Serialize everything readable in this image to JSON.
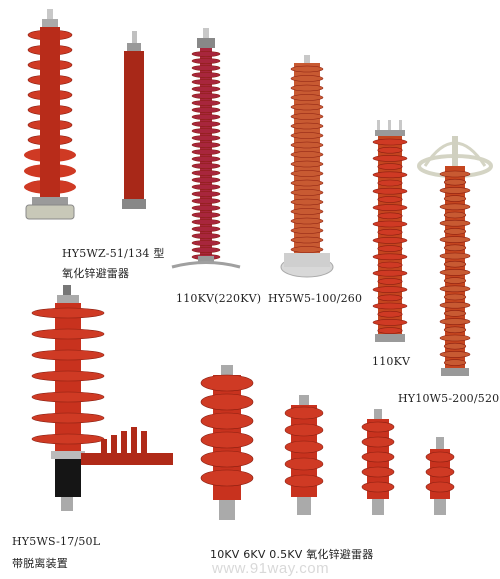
{
  "colors": {
    "body_red": "#c8321e",
    "shed_red": "#cf3a24",
    "shed_dark": "#9a2414",
    "orange_red": "#c85a32",
    "purple_red": "#a8263c",
    "shadow_purple": "#6a5aa0",
    "metal": "#b8b8b8",
    "metal_dark": "#6e6e6e"
  },
  "products": [
    {
      "id": "hy5wz",
      "label": "HY5WZ-51/134 型",
      "label2": "氧化锌避雷器"
    },
    {
      "id": "110kv-220kv",
      "label": "110KV(220KV)"
    },
    {
      "id": "hy5w5-100",
      "label": "HY5W5-100/260"
    },
    {
      "id": "110kv",
      "label": "110KV"
    },
    {
      "id": "hy10w5",
      "label": "HY10W5-200/520"
    },
    {
      "id": "hy5ws",
      "label": "HY5WS-17/50L",
      "label2": "带脱离装置"
    },
    {
      "id": "small-set",
      "label": "10KV 6KV 0.5KV 氧化锌避雷器"
    }
  ],
  "watermark": "www.91way.com"
}
